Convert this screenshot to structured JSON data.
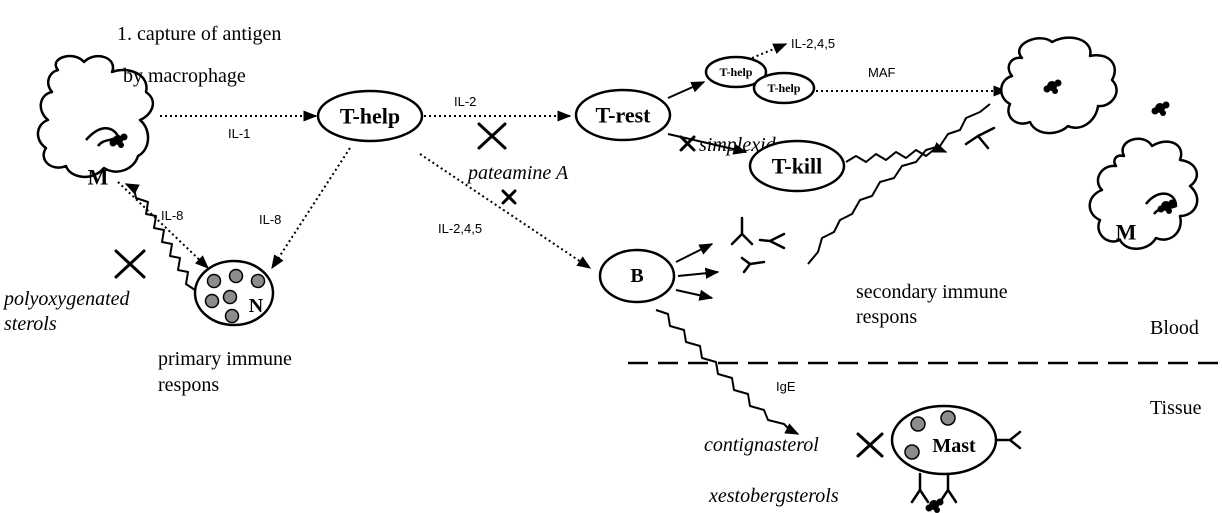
{
  "labels": {
    "capture_line1": "1. capture of antigen",
    "capture_line2": "by macrophage",
    "il1": "IL-1",
    "il2": "IL-2",
    "il8_left": "IL-8",
    "il8_right": "IL-8",
    "il245_top": "IL-2,4,5",
    "il245_mid": "IL-2,4,5",
    "maf": "MAF",
    "ige": "IgE",
    "primary_line1": "primary immune",
    "primary_line2": "respons",
    "secondary_line1": "secondary immune",
    "secondary_line2": "respons",
    "blood": "Blood",
    "tissue": "Tissue"
  },
  "inhibitors": {
    "polyoxygenated_line1": "polyoxygenated",
    "polyoxygenated_line2": "sterols",
    "pateamine": "pateamine A",
    "simplexides": "simplexides",
    "contignasterol": "contignasterol",
    "xestobergsterols": "xestobergsterols"
  },
  "nodes": {
    "macrophage_left": "M",
    "macrophage_right": "M",
    "t_help": "T-help",
    "t_rest": "T-rest",
    "t_kill": "T-kill",
    "t_help_small_1": "T-help",
    "t_help_small_2": "T-help",
    "b_cell": "B",
    "neutrophil": "N",
    "mast": "Mast"
  },
  "colors": {
    "granule": "#8c8c8c",
    "stroke": "#000000",
    "background": "#ffffff"
  }
}
